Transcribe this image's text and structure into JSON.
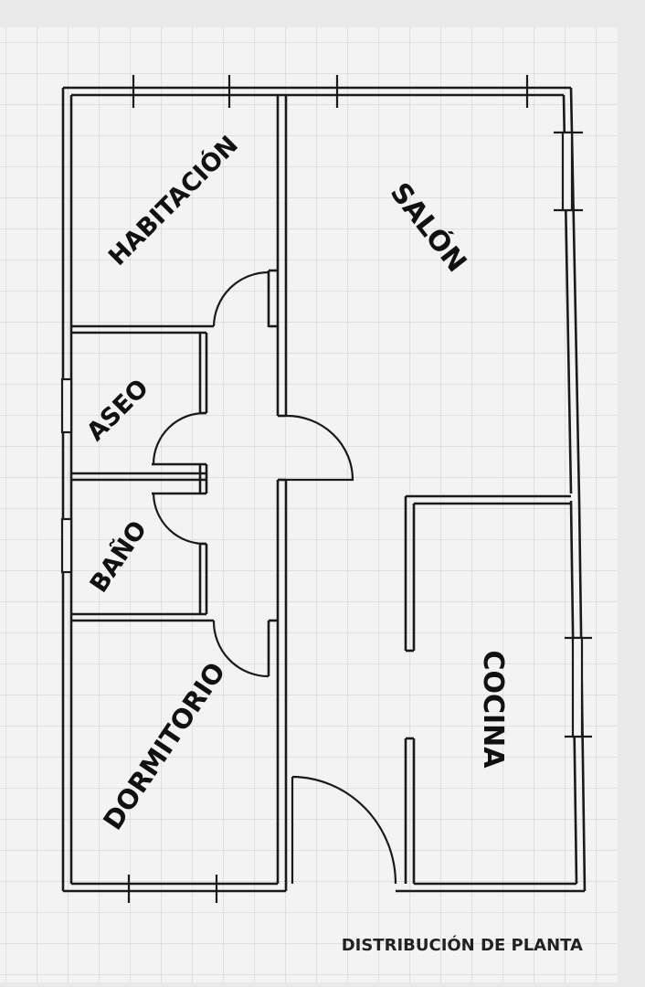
{
  "plan": {
    "rooms": {
      "habitacion": "HABITACIÓN",
      "salon": "SALÓN",
      "aseo": "ASEO",
      "bano": "BAÑO",
      "dormitorio": "DORMITORIO",
      "cocina": "COCINA"
    },
    "caption": "DISTRIBUCIÓN DE PLANTA"
  },
  "colors": {
    "paper": "#f2f2f3",
    "grid": "#cfd4d9",
    "ink": "#1a1a1a"
  }
}
